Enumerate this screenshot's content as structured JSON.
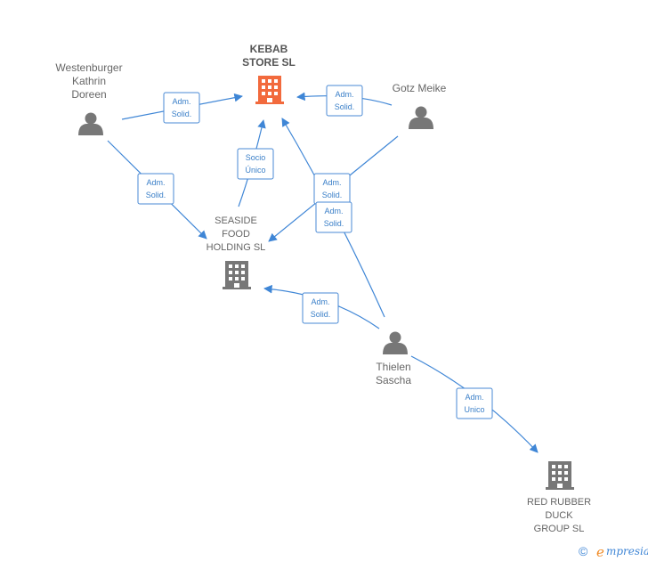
{
  "nodes": {
    "kebab": {
      "label_lines": [
        "KEBAB",
        "STORE  SL"
      ],
      "type": "company",
      "highlight": true
    },
    "seaside": {
      "label_lines": [
        "SEASIDE",
        "FOOD",
        "HOLDING  SL"
      ],
      "type": "company"
    },
    "redrubber": {
      "label_lines": [
        "RED RUBBER",
        "DUCK",
        "GROUP  SL"
      ],
      "type": "company"
    },
    "westenburger": {
      "label_lines": [
        "Westenburger",
        "Kathrin",
        "Doreen"
      ],
      "type": "person"
    },
    "gotz": {
      "label_lines": [
        "Gotz Meike"
      ],
      "type": "person"
    },
    "thielen": {
      "label_lines": [
        "Thielen",
        "Sascha"
      ],
      "type": "person"
    }
  },
  "edges": [
    {
      "from": "westenburger",
      "to": "kebab",
      "label_lines": [
        "Adm.",
        "Solid."
      ]
    },
    {
      "from": "gotz",
      "to": "kebab",
      "label_lines": [
        "Adm.",
        "Solid."
      ]
    },
    {
      "from": "seaside",
      "to": "kebab",
      "label_lines": [
        "Socio",
        "Único"
      ]
    },
    {
      "from": "westenburger",
      "to": "seaside",
      "label_lines": [
        "Adm.",
        "Solid."
      ]
    },
    {
      "from": "gotz",
      "to": "seaside",
      "label_lines": [
        "Adm.",
        "Solid."
      ]
    },
    {
      "from": "thielen",
      "to": "kebab",
      "label_lines": [
        "Adm.",
        "Solid."
      ]
    },
    {
      "from": "thielen",
      "to": "seaside",
      "label_lines": [
        "Adm.",
        "Solid."
      ]
    },
    {
      "from": "thielen",
      "to": "redrubber",
      "label_lines": [
        "Adm.",
        "Unico"
      ]
    }
  ],
  "footer": {
    "copyright": "©",
    "brand_initial": "e",
    "brand_rest": "mpresia"
  },
  "colors": {
    "edge": "#3f86d6",
    "highlight_company": "#f26a3d",
    "company": "#777777",
    "person": "#777777"
  }
}
